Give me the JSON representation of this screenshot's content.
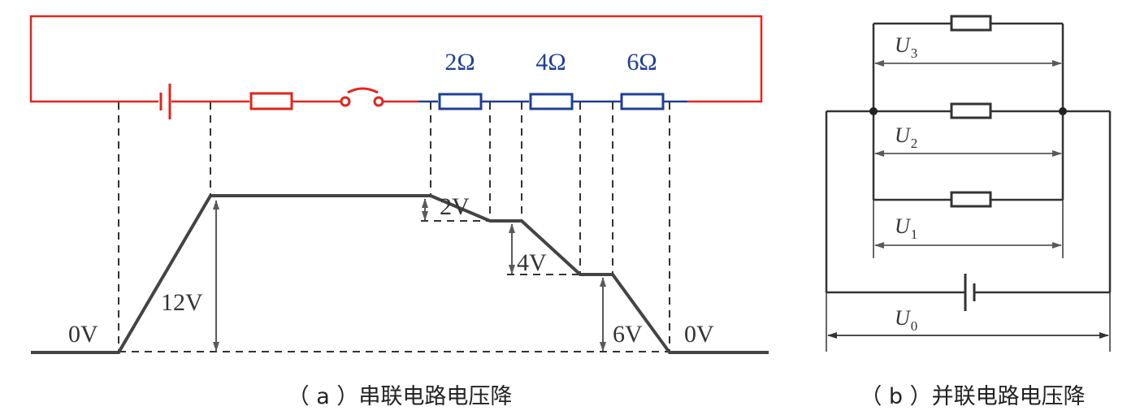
{
  "colors": {
    "red_circuit": "#e1251b",
    "blue_resistors": "#1f3f94",
    "black": "#333333",
    "grey_arrow": "#5a5a5a"
  },
  "panel_a": {
    "caption": "（ a ）串联电路电压降",
    "resistors": [
      {
        "label": "2Ω",
        "ohms": 2
      },
      {
        "label": "4Ω",
        "ohms": 4
      },
      {
        "label": "6Ω",
        "ohms": 6
      }
    ],
    "voltage_labels": {
      "left_zero": "0V",
      "source": "12V",
      "drop_1": "2V",
      "drop_2": "4V",
      "drop_3": "6V",
      "right_zero": "0V"
    },
    "voltage_profile_volts": [
      0,
      12,
      12,
      10,
      10,
      6,
      6,
      0
    ]
  },
  "panel_b": {
    "caption": "（ b ）并联电路电压降",
    "labels": [
      {
        "letter": "U",
        "sub": "3"
      },
      {
        "letter": "U",
        "sub": "2"
      },
      {
        "letter": "U",
        "sub": "1"
      },
      {
        "letter": "U",
        "sub": "0"
      }
    ]
  }
}
